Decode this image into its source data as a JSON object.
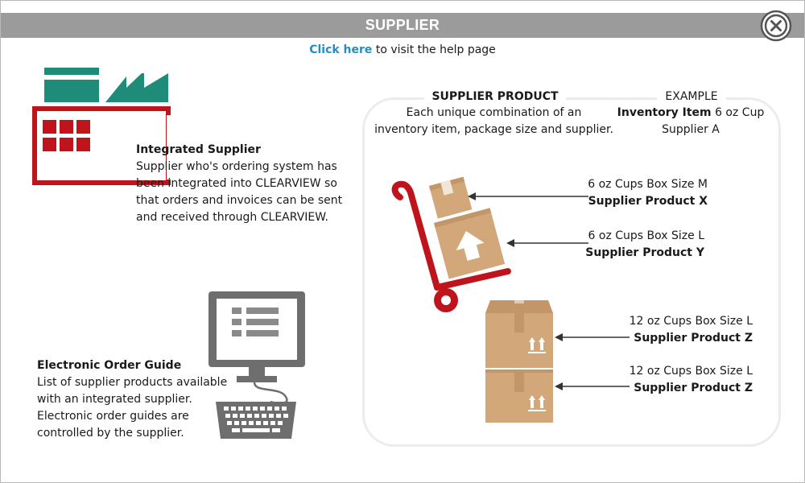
{
  "window": {
    "title": "SUPPLIER"
  },
  "help": {
    "link_text": "Click here",
    "rest_text": " to visit the help page"
  },
  "integrated_supplier": {
    "title": "Integrated Supplier",
    "lines": [
      "Supplier who's ordering system has",
      "been integrated into CLEARVIEW so",
      "that orders and invoices can be sent",
      "and received through CLEARVIEW."
    ]
  },
  "electronic_order_guide": {
    "title": "Electronic Order Guide",
    "lines": [
      "List of supplier products available",
      "with an integrated supplier.",
      "Electronic order guides are",
      "controlled by the supplier."
    ]
  },
  "supplier_product": {
    "title": "SUPPLIER PRODUCT",
    "lines": [
      "Each unique combination of an",
      "inventory item, package size and supplier."
    ]
  },
  "example": {
    "title": "EXAMPLE",
    "item_label": "Inventory Item",
    "item_value": " 6 oz Cup",
    "supplier": "Supplier A"
  },
  "products": [
    {
      "desc": "6 oz Cups Box Size M",
      "name": "Supplier Product X"
    },
    {
      "desc": "6 oz Cups Box Size L",
      "name": "Supplier Product Y"
    },
    {
      "desc": "12 oz Cups Box Size L",
      "name": "Supplier Product Z"
    },
    {
      "desc": "12 oz Cups Box Size L",
      "name": "Supplier Product Z"
    }
  ],
  "colors": {
    "title_bar": "#9b9b9b",
    "link": "#1f8fc4",
    "factory_red": "#c0141c",
    "factory_teal": "#1e8c78",
    "box_tan": "#d2a77a",
    "monitor_gray": "#6e6e6e",
    "panel_border": "#ececec"
  }
}
